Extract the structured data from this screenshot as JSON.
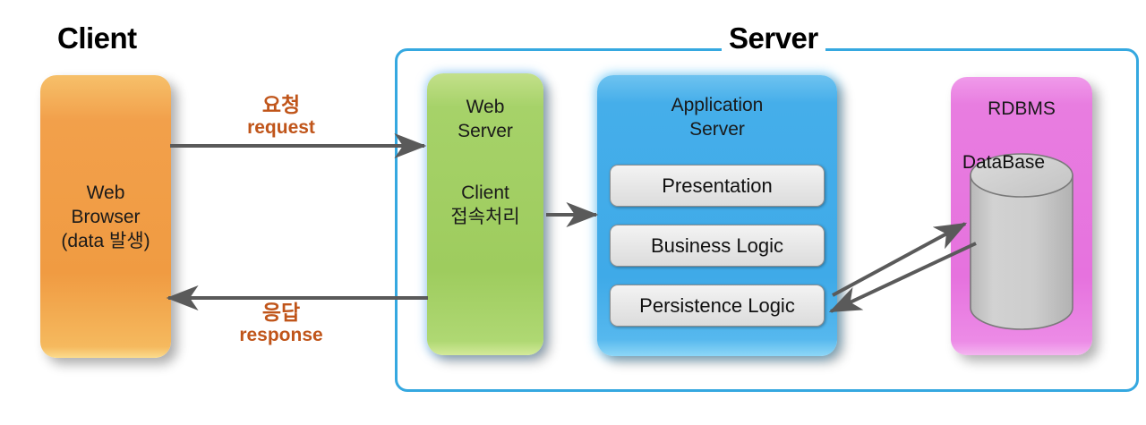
{
  "diagram": {
    "title_client": "Client",
    "title_server": "Server",
    "colors": {
      "client_box": "#F2A04B",
      "web_server_box": "#A0CE62",
      "application_server_box": "#45AEEA",
      "rdbms_box": "#E87DE0",
      "layer_box": "#E6E6E6",
      "server_boundary": "#35A8E0",
      "arrow": "#5A5A5A",
      "connector_text": "#C0551A"
    }
  },
  "nodes": {
    "web_browser": {
      "label": "Web\nBrowser\n(data 발생)"
    },
    "web_server": {
      "label": "Web\nServer",
      "sublabel": "Client\n접속처리"
    },
    "application_server": {
      "label": "Application\nServer",
      "layers": [
        {
          "label": "Presentation"
        },
        {
          "label": "Business Logic"
        },
        {
          "label": "Persistence Logic"
        }
      ]
    },
    "rdbms": {
      "label": "RDBMS",
      "database_label": "DataBase"
    }
  },
  "connectors": {
    "request": {
      "ko": "요청",
      "en": "request"
    },
    "response": {
      "ko": "응답",
      "en": "response"
    },
    "web_to_app": {
      "label": ""
    },
    "app_to_db": {
      "label": ""
    },
    "db_to_app": {
      "label": ""
    }
  }
}
